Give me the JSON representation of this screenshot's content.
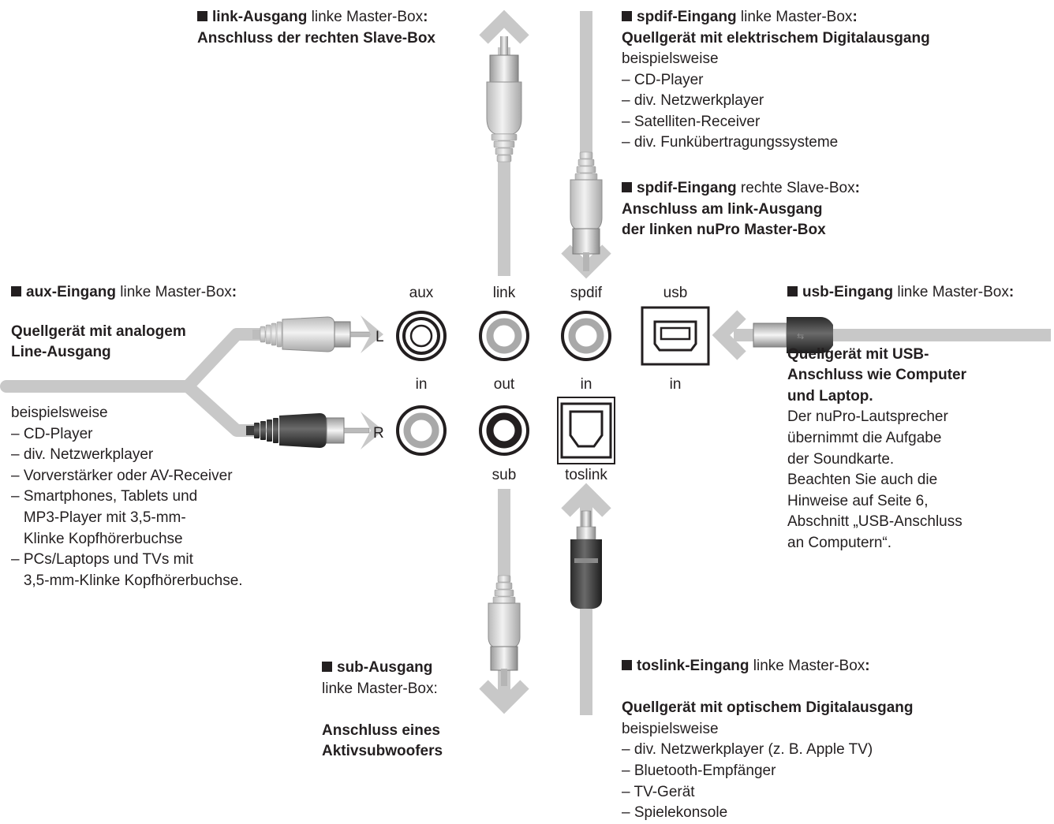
{
  "ports": {
    "top": [
      "aux",
      "link",
      "spdif",
      "usb"
    ],
    "middle": [
      "in",
      "out",
      "in",
      "in"
    ],
    "bottom": [
      "sub",
      "toslink"
    ],
    "channel_L": "L",
    "channel_R": "R"
  },
  "colors": {
    "cable": "#c8c8c8",
    "ink": "#231f20",
    "plug_white": "#e6e6e6",
    "plug_dark": "#4a4a4a",
    "ring_grey": "#a9a9a9"
  },
  "icons": [
    "rca-plug",
    "usb-b-plug",
    "toslink-plug",
    "arrow-left",
    "arrow-up",
    "arrow-down",
    "usb-b-socket",
    "toslink-socket"
  ],
  "blocks": {
    "link_out": {
      "title": "link-Ausgang",
      "suffix": " linke Master-Box",
      "colon": ":",
      "lines": [
        {
          "text": "Anschluss der rechten Slave-Box",
          "bold": true
        }
      ]
    },
    "spdif_in_master": {
      "title": "spdif-Eingang",
      "suffix": " linke Master-Box",
      "colon": ":",
      "lines": [
        {
          "text": "Quellgerät mit elektrischem Digitalausgang",
          "bold": true
        },
        {
          "text": "beispielsweise",
          "bold": false
        },
        {
          "text": "– CD-Player",
          "bold": false
        },
        {
          "text": "– div. Netzwerkplayer",
          "bold": false
        },
        {
          "text": "– Satelliten-Receiver",
          "bold": false
        },
        {
          "text": "– div. Funkübertragungssysteme",
          "bold": false
        }
      ]
    },
    "spdif_in_slave": {
      "title": "spdif-Eingang",
      "suffix": " rechte Slave-Box",
      "colon": ":",
      "lines": [
        {
          "text": "Anschluss am link-Ausgang",
          "bold": true
        },
        {
          "text": "der linken nuPro Master-Box",
          "bold": true
        }
      ]
    },
    "aux_in": {
      "title": "aux-Eingang",
      "suffix": " linke Master-Box",
      "colon": ":",
      "lines": [
        {
          "text": "Quellgerät mit analogem",
          "bold": true
        },
        {
          "text": "Line-Ausgang",
          "bold": true
        }
      ]
    },
    "aux_examples": {
      "lines": [
        {
          "text": "beispielsweise",
          "bold": false
        },
        {
          "text": "– CD-Player",
          "bold": false
        },
        {
          "text": "– div. Netzwerkplayer",
          "bold": false
        },
        {
          "text": "– Vorverstärker oder AV-Receiver",
          "bold": false
        },
        {
          "text": "– Smartphones, Tablets und",
          "bold": false
        },
        {
          "text": "   MP3-Player mit 3,5-mm-",
          "bold": false
        },
        {
          "text": "   Klinke Kopfhörerbuchse",
          "bold": false
        },
        {
          "text": "– PCs/Laptops und TVs mit",
          "bold": false
        },
        {
          "text": "   3,5-mm-Klinke Kopfhörerbuchse.",
          "bold": false
        }
      ]
    },
    "usb_in": {
      "title": "usb-Eingang",
      "suffix": " linke Master-Box",
      "colon": ":",
      "lines": [
        {
          "text": "Quellgerät mit USB-",
          "bold": true
        },
        {
          "text": "Anschluss wie Computer",
          "bold": true
        },
        {
          "text": "und Laptop.",
          "bold": true
        },
        {
          "text": "Der nuPro-Lautsprecher",
          "bold": false
        },
        {
          "text": "übernimmt die Aufgabe",
          "bold": false
        },
        {
          "text": "der Soundkarte.",
          "bold": false
        },
        {
          "text": "Beachten Sie auch die",
          "bold": false
        },
        {
          "text": "Hinweise auf Seite 6,",
          "bold": false
        },
        {
          "text": "Abschnitt „USB-Anschluss",
          "bold": false
        },
        {
          "text": "an Computern“.",
          "bold": false
        }
      ]
    },
    "sub_out": {
      "title": "sub-Ausgang",
      "suffix": "",
      "colon": "",
      "lines": [
        {
          "text": "linke Master-Box:",
          "bold": false
        },
        {
          "text": "",
          "bold": false
        },
        {
          "text": "Anschluss eines",
          "bold": true
        },
        {
          "text": "Aktivsubwoofers",
          "bold": true
        }
      ]
    },
    "toslink_in": {
      "title": "toslink-Eingang",
      "suffix": " linke Master-Box",
      "colon": ":",
      "lines": [
        {
          "text": "",
          "bold": false
        },
        {
          "text": "Quellgerät mit optischem Digitalausgang",
          "bold": true
        },
        {
          "text": "beispielsweise",
          "bold": false
        },
        {
          "text": "– div. Netzwerkplayer (z. B. Apple TV)",
          "bold": false
        },
        {
          "text": "– Bluetooth-Empfänger",
          "bold": false
        },
        {
          "text": "– TV-Gerät",
          "bold": false
        },
        {
          "text": "– Spielekonsole",
          "bold": false
        }
      ]
    }
  }
}
